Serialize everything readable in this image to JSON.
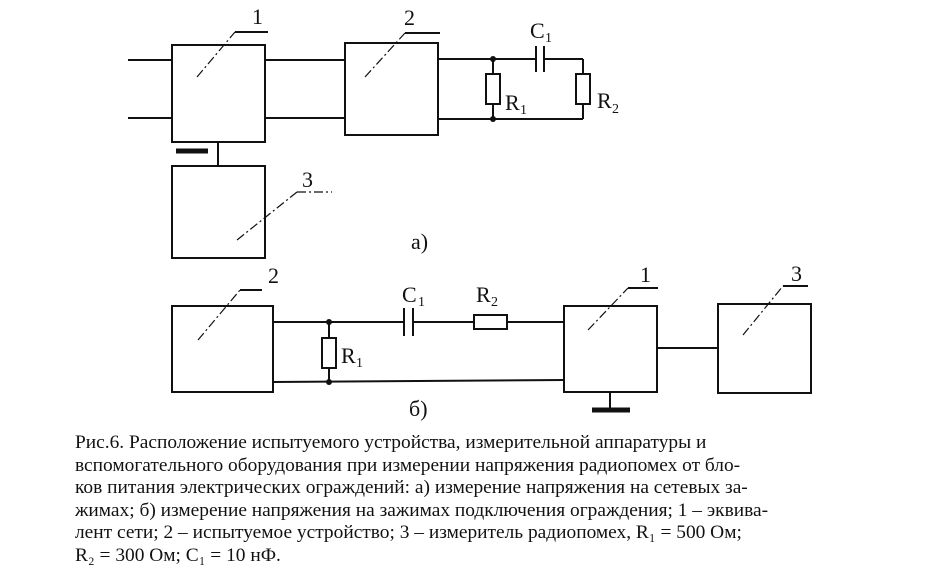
{
  "diagram_a": {
    "label": "а)",
    "blocks": [
      "1",
      "2",
      "3"
    ],
    "components": {
      "c1": {
        "letter": "C",
        "sub": "1"
      },
      "r1": {
        "letter": "R",
        "sub": "1"
      },
      "r2": {
        "letter": "R",
        "sub": "2"
      }
    }
  },
  "diagram_b": {
    "label": "б)",
    "blocks": [
      "2",
      "1",
      "3"
    ],
    "components": {
      "c1": {
        "letter": "C",
        "sub": "1"
      },
      "r1": {
        "letter": "R",
        "sub": "1"
      },
      "r2": {
        "letter": "R",
        "sub": "2"
      }
    }
  },
  "caption": {
    "lines": [
      "Рис.6. Расположение испытуемого устройства, измерительной аппаратуры и",
      "вспомогательного оборудования при измерении напряжения радиопомех от бло-",
      "ков питания электрических ограждений: а) измерение напряжения на сетевых за-",
      "жимах; б) измерение напряжения на зажимах подключения ограждения; 1 – эквива-",
      "лент сети; 2 – испытуемое устройство; 3 – измеритель радиопомех, R₁ = 500 Ом;",
      "R₂ = 300 Ом; C₁ = 10 нФ."
    ]
  }
}
